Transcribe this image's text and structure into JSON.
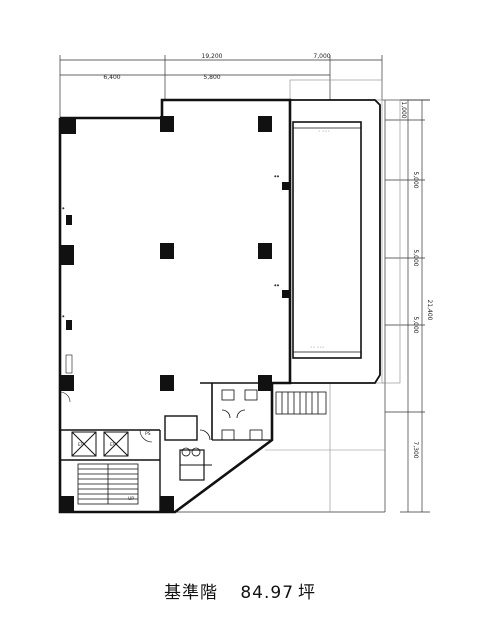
{
  "caption": {
    "floor_label": "基準階",
    "area_value": "84.97",
    "area_unit": "坪"
  },
  "dimensions": {
    "top_total": "19,200",
    "top_right": "7,000",
    "top_left_sub": "6,400",
    "top_mid_sub": "5,800",
    "right_total": "21,400",
    "right_seg_a": "5,000",
    "right_seg_b": "5,000",
    "right_seg_c": "5,000",
    "right_seg_d": "7,300",
    "right_small": "1,000"
  },
  "room_labels": {
    "ps": "PS",
    "up": "UP",
    "ev1": "EV",
    "ev2": "EV"
  }
}
